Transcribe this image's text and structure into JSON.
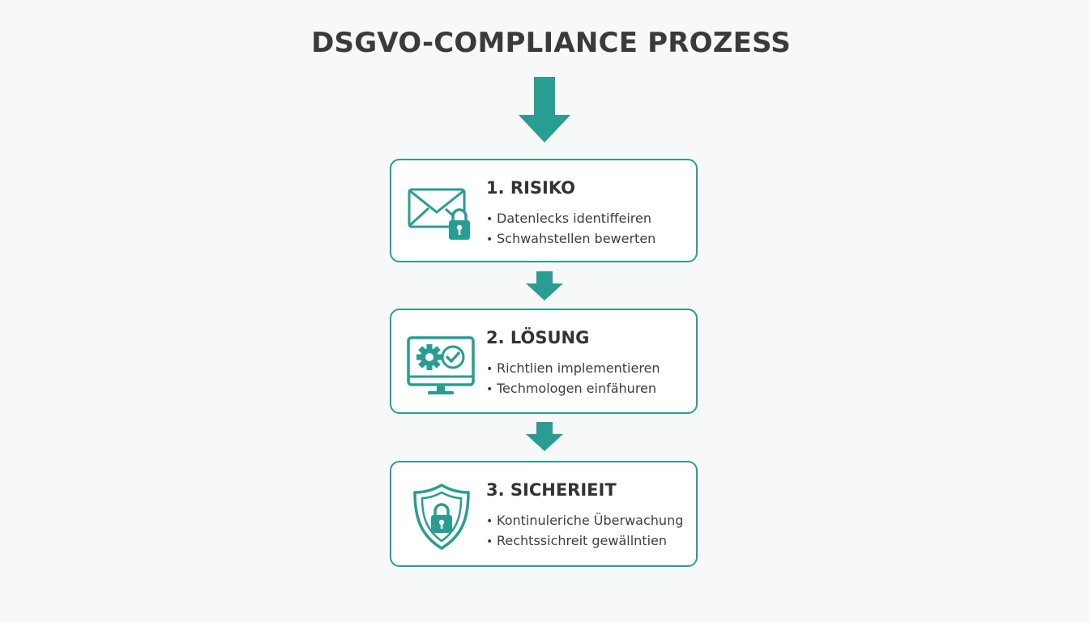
{
  "title": "DSGVO-COMPLIANCE PROZESS",
  "colors": {
    "accent": "#2a9d92",
    "text": "#333333",
    "background": "#f7f8f8"
  },
  "steps": [
    {
      "title": "1. RISIKO",
      "icon": "envelope-lock-icon",
      "bullets": [
        "Datenlecks identiffeiren",
        "Schwahstellen bewerten"
      ]
    },
    {
      "title": "2. LÖSUNG",
      "icon": "monitor-gear-check-icon",
      "bullets": [
        "Richtlien implementieren",
        "Techmologen einfähuren"
      ]
    },
    {
      "title": "3. SICHERIEIT",
      "icon": "shield-lock-icon",
      "bullets": [
        "Kontinuleriche Überwachung",
        "Rechtssichreit gewällntien"
      ]
    }
  ]
}
